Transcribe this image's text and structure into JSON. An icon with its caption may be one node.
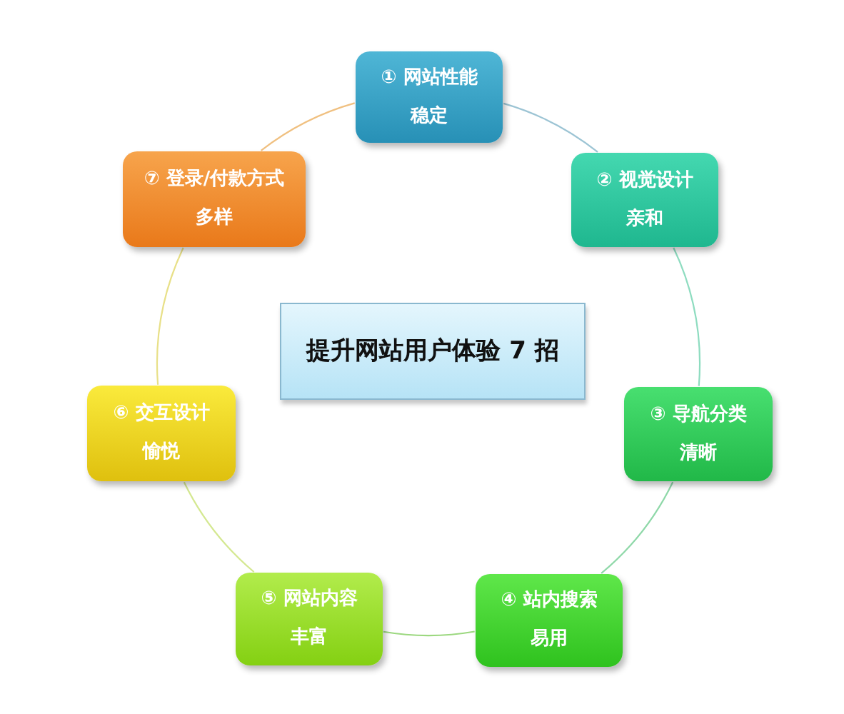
{
  "diagram": {
    "nodes": [
      {
        "text": [
          "提升网站用户体验 7 招"
        ]
      },
      {
        "text": [
          "① 网站性能",
          "稳定"
        ]
      },
      {
        "text": [
          "② 视觉设计",
          "亲和"
        ]
      },
      {
        "text": [
          "③ 导航分类",
          "清晰"
        ]
      },
      {
        "text": [
          "④ 站内搜索",
          "易用"
        ]
      },
      {
        "text": [
          "⑤ 网站内容",
          "丰富"
        ]
      },
      {
        "text": [
          "⑥ 交互设计",
          "愉悦"
        ]
      },
      {
        "text": [
          "⑦ 登录/付款方式",
          "多样"
        ]
      }
    ],
    "edges": [
      {
        "from": 1,
        "to": 2,
        "arrow": "none",
        "color": "#9cc4d4"
      },
      {
        "from": 2,
        "to": 3,
        "arrow": "none",
        "color": "#8edcc0"
      },
      {
        "from": 3,
        "to": 4,
        "arrow": "none",
        "color": "#8ed8a8"
      },
      {
        "from": 4,
        "to": 5,
        "arrow": "none",
        "color": "#9cd880"
      },
      {
        "from": 5,
        "to": 6,
        "arrow": "none",
        "color": "#d4e890"
      },
      {
        "from": 6,
        "to": 7,
        "arrow": "none",
        "color": "#e8e088"
      },
      {
        "from": 7,
        "to": 1,
        "arrow": "none",
        "color": "#f0c080"
      }
    ]
  }
}
